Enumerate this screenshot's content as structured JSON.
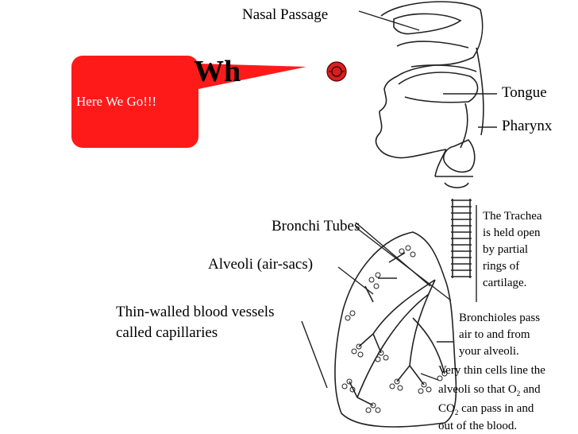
{
  "callout": {
    "text": "Here We Go!!!",
    "color": "#ff1a1a"
  },
  "title_partial": "Wh",
  "labels": {
    "nasal_passage": "Nasal Passage",
    "tongue": "Tongue",
    "pharynx": "Pharynx",
    "bronchi_tubes": "Bronchi Tubes",
    "alveoli": "Alveoli (air-sacs)",
    "capillaries": "Thin-walled blood vessels\ncalled capillaries",
    "trachea": "The Trachea\nis held open\nby partial\nrings of\ncartilage.",
    "bronchioles": "Bronchioles pass\nair to and from\nyour alveoli."
  },
  "gas_exchange": {
    "line1": "Very thin cells line the",
    "line2_pre": "alveoli so that O",
    "line2_sub": "2",
    "line2_post": " and",
    "line3_pre": "CO",
    "line3_sub": "2",
    "line3_post": " can pass in and",
    "line4": "out of the blood."
  },
  "icons": [
    "record-button-icon"
  ]
}
